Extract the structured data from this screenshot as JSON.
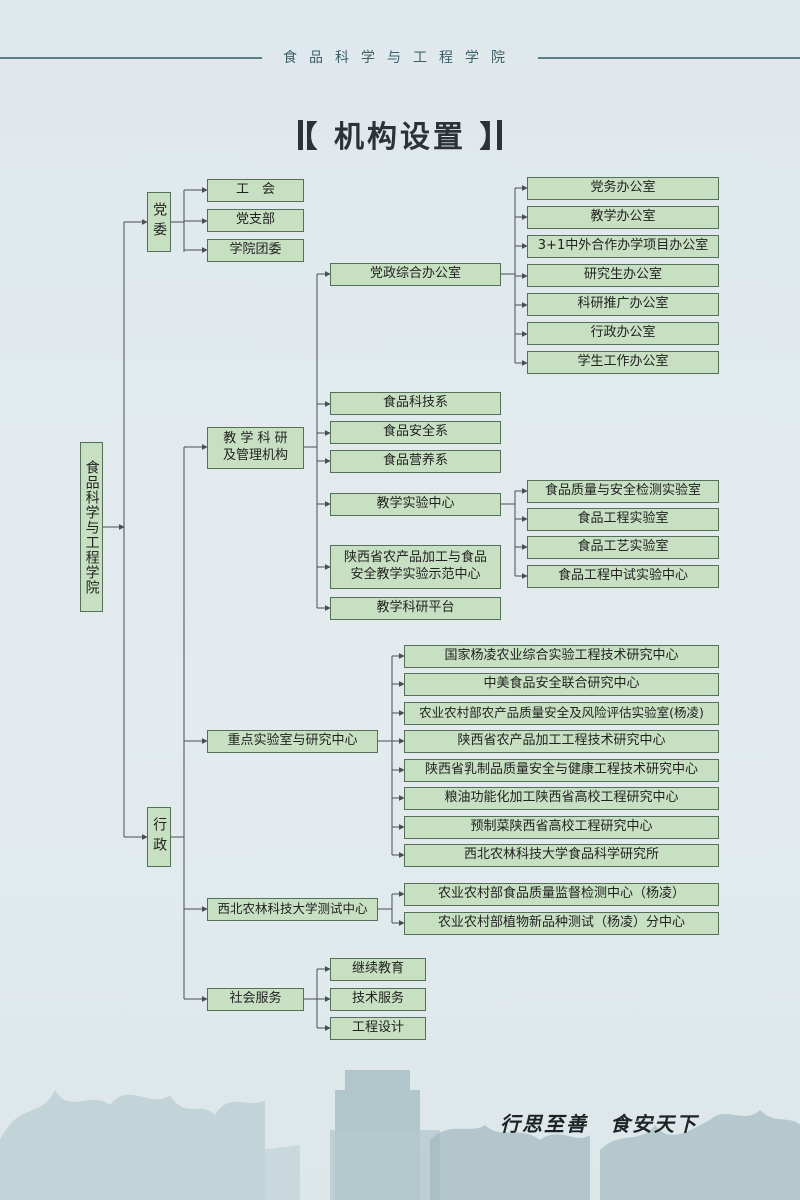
{
  "header": {
    "title": "食品科学与工程学院"
  },
  "page_title": "【 机构设置 】",
  "root": "食品科学与工程学院",
  "party": {
    "label": "党委",
    "children": [
      "工　会",
      "党支部",
      "学院团委"
    ]
  },
  "admin": {
    "label": "行政"
  },
  "teaching": {
    "label": "教 学 科 研\n及管理机构",
    "office": {
      "label": "党政综合办公室",
      "children": [
        "党务办公室",
        "教学办公室",
        "3+1中外合作办学项目办公室",
        "研究生办公室",
        "科研推广办公室",
        "行政办公室",
        "学生工作办公室"
      ]
    },
    "departments": [
      "食品科技系",
      "食品安全系",
      "食品营养系"
    ],
    "lab_center": {
      "label": "教学实验中心",
      "children": [
        "食品质量与安全检测实验室",
        "食品工程实验室",
        "食品工艺实验室",
        "食品工程中试实验中心"
      ]
    },
    "demo_center": "陕西省农产品加工与食品\n安全教学实验示范中心",
    "platform": "教学科研平台"
  },
  "key_labs": {
    "label": "重点实验室与研究中心",
    "children": [
      "国家杨凌农业综合实验工程技术研究中心",
      "中美食品安全联合研究中心",
      "农业农村部农产品质量安全及风险评估实验室(杨凌)",
      "陕西省农产品加工工程技术研究中心",
      "陕西省乳制品质量安全与健康工程技术研究中心",
      "粮油功能化加工陕西省高校工程研究中心",
      "预制菜陕西省高校工程研究中心",
      "西北农林科技大学食品科学研究所"
    ]
  },
  "testing": {
    "label": "西北农林科技大学测试中心",
    "children": [
      "农业农村部食品质量监督检测中心（杨凌）",
      "农业农村部植物新品种测试（杨凌）分中心"
    ]
  },
  "social": {
    "label": "社会服务",
    "children": [
      "继续教育",
      "技术服务",
      "工程设计"
    ]
  },
  "footer": {
    "motto": "行思至善　食安天下"
  },
  "colors": {
    "box_fill": "#c8e0c2",
    "box_border": "#55705a",
    "line": "#4a4f52",
    "background": "#e1e9ec"
  }
}
